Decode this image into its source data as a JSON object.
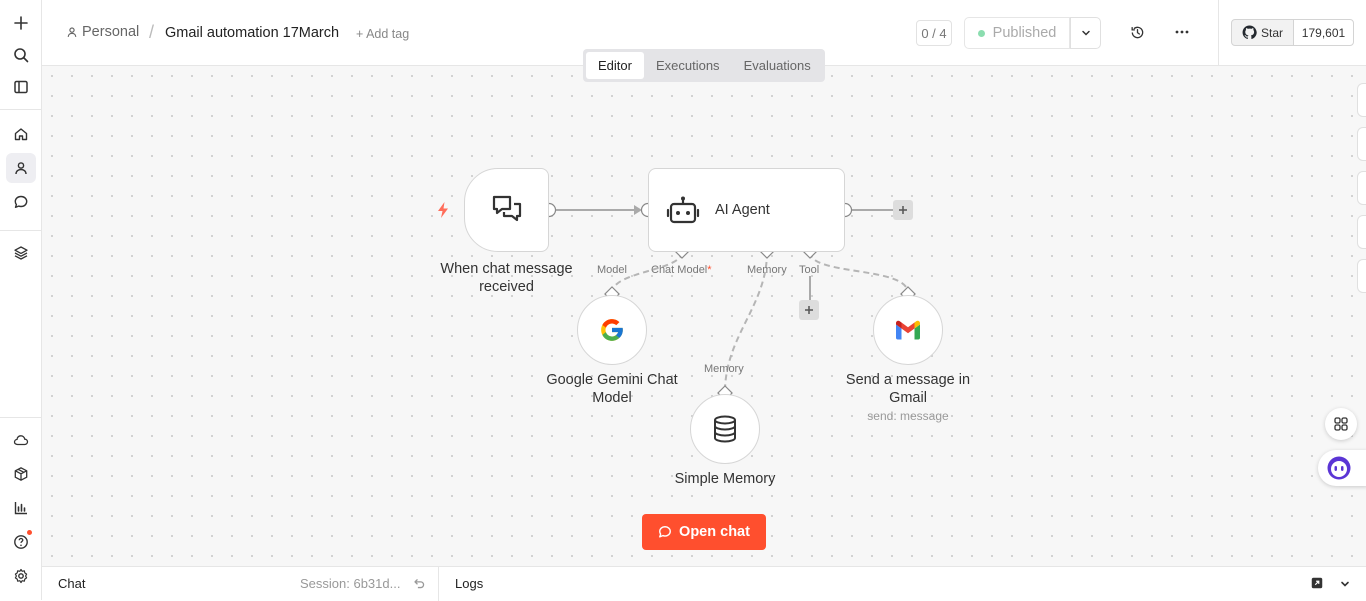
{
  "header": {
    "breadcrumb_project": "Personal",
    "breadcrumb_separator": "/",
    "workflow_name": "Gmail automation 17March",
    "add_tag": "+ Add tag",
    "counter": "0 / 4",
    "publish_status": "Published"
  },
  "github": {
    "star_label": "Star",
    "star_count": "179,601"
  },
  "tabs": [
    {
      "label": "Editor"
    },
    {
      "label": "Executions"
    },
    {
      "label": "Evaluations"
    }
  ],
  "nodes": {
    "trigger": {
      "label": "When chat message received"
    },
    "agent": {
      "label": "AI Agent"
    },
    "model": {
      "label": "Google Gemini Chat Model"
    },
    "memory": {
      "label": "Simple Memory"
    },
    "gmail": {
      "label": "Send a message in Gmail",
      "subtitle": "send: message"
    }
  },
  "ports": {
    "model_left": "Model",
    "chat_model": "Chat Model",
    "required_mark": "*",
    "memory": "Memory",
    "tool": "Tool",
    "memory_input": "Memory"
  },
  "open_chat": "Open chat",
  "bottom": {
    "chat_label": "Chat",
    "session": "Session: 6b31d...",
    "logs_label": "Logs"
  },
  "colors": {
    "accent": "#ff4f2e",
    "trigger_bolt": "#ff6d5a",
    "published_dot": "#3ec77a",
    "ai_sparkle": "#a855f7"
  }
}
